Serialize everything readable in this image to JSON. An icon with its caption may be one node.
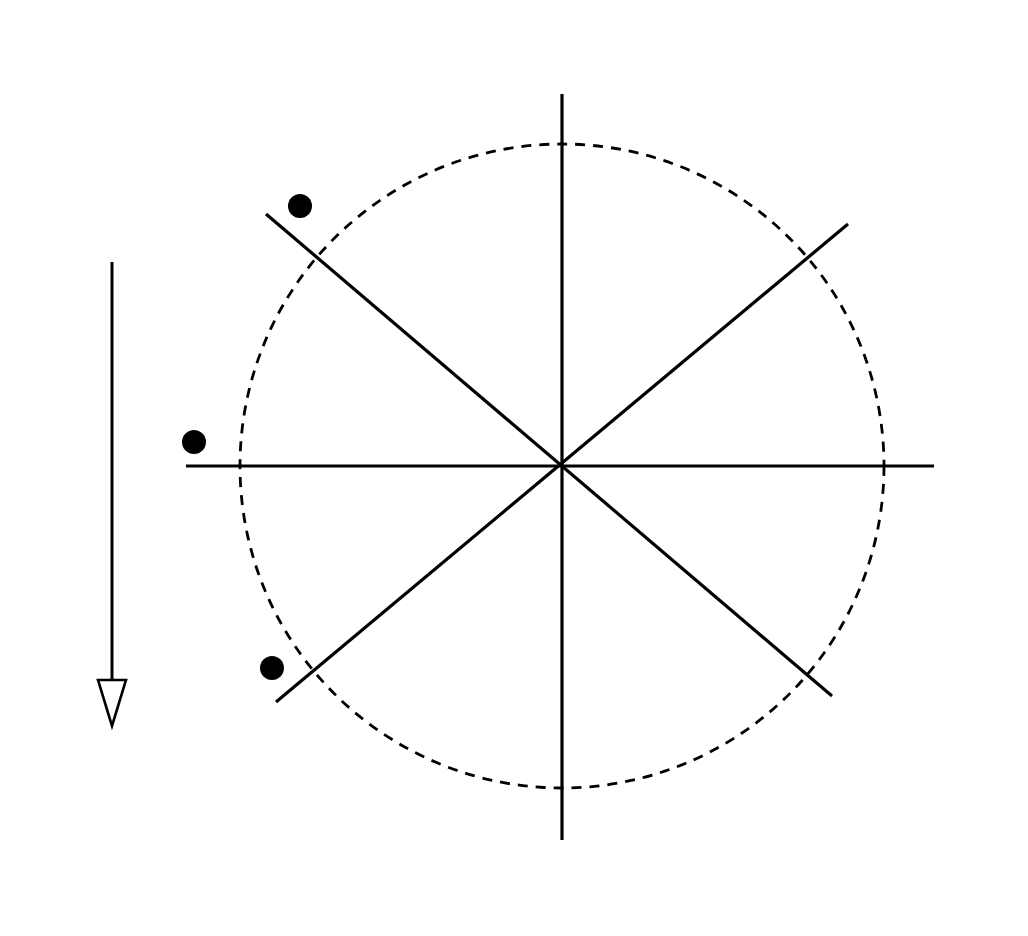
{
  "diagram": {
    "nodes": [
      {
        "text": [],
        "shape": "circle"
      },
      {
        "text": [],
        "shape": "dot"
      },
      {
        "text": [],
        "shape": "dot"
      },
      {
        "text": [],
        "shape": "dot"
      }
    ]
  }
}
